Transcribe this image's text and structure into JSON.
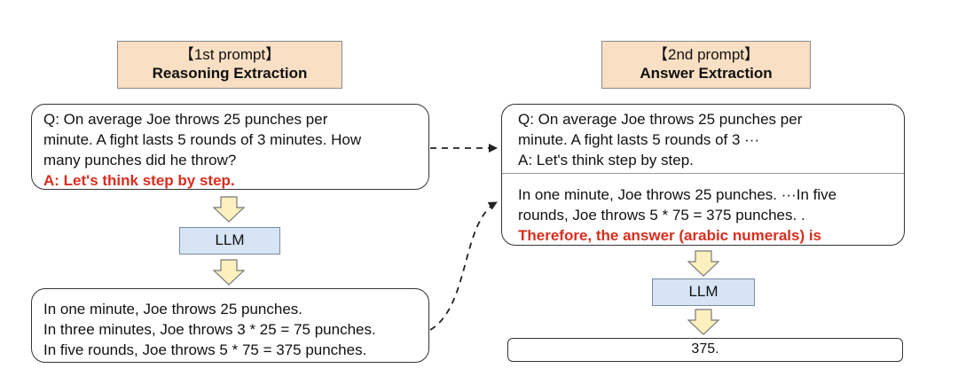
{
  "left": {
    "prompt_label": "【1st prompt】",
    "prompt_title": "Reasoning Extraction",
    "question_lines": [
      "Q: On average Joe throws 25 punches per",
      "minute.  A fight lasts 5 rounds of 3 minutes.  How",
      "many punches did he throw?"
    ],
    "trigger": "A: Let's think step by step.",
    "llm_label": "LLM",
    "reasoning_lines": [
      "In one minute, Joe throws 25 punches.",
      "In three minutes, Joe throws 3 * 25 = 75 punches.",
      "In five rounds, Joe throws 5 * 75 = 375 punches."
    ]
  },
  "right": {
    "prompt_label": "【2nd prompt】",
    "prompt_title": "Answer Extraction",
    "question_lines": [
      "Q: On average Joe throws 25 punches per",
      "minute.  A fight lasts 5 rounds of 3 ···",
      "A: Let's think step by step."
    ],
    "reasoning_lines": [
      "In one minute, Joe throws 25 punches. ···In five",
      "rounds, Joe throws 5 * 75 = 375 punches. ."
    ],
    "answer_trigger": "Therefore, the answer (arabic numerals) is",
    "llm_label": "LLM",
    "final_answer": "375."
  },
  "colors": {
    "prompt_fill": "#f9dfc3",
    "llm_fill": "#d6e4f4",
    "arrow_fill": "#fdf0bf",
    "trigger_red": "#d92d1e"
  }
}
